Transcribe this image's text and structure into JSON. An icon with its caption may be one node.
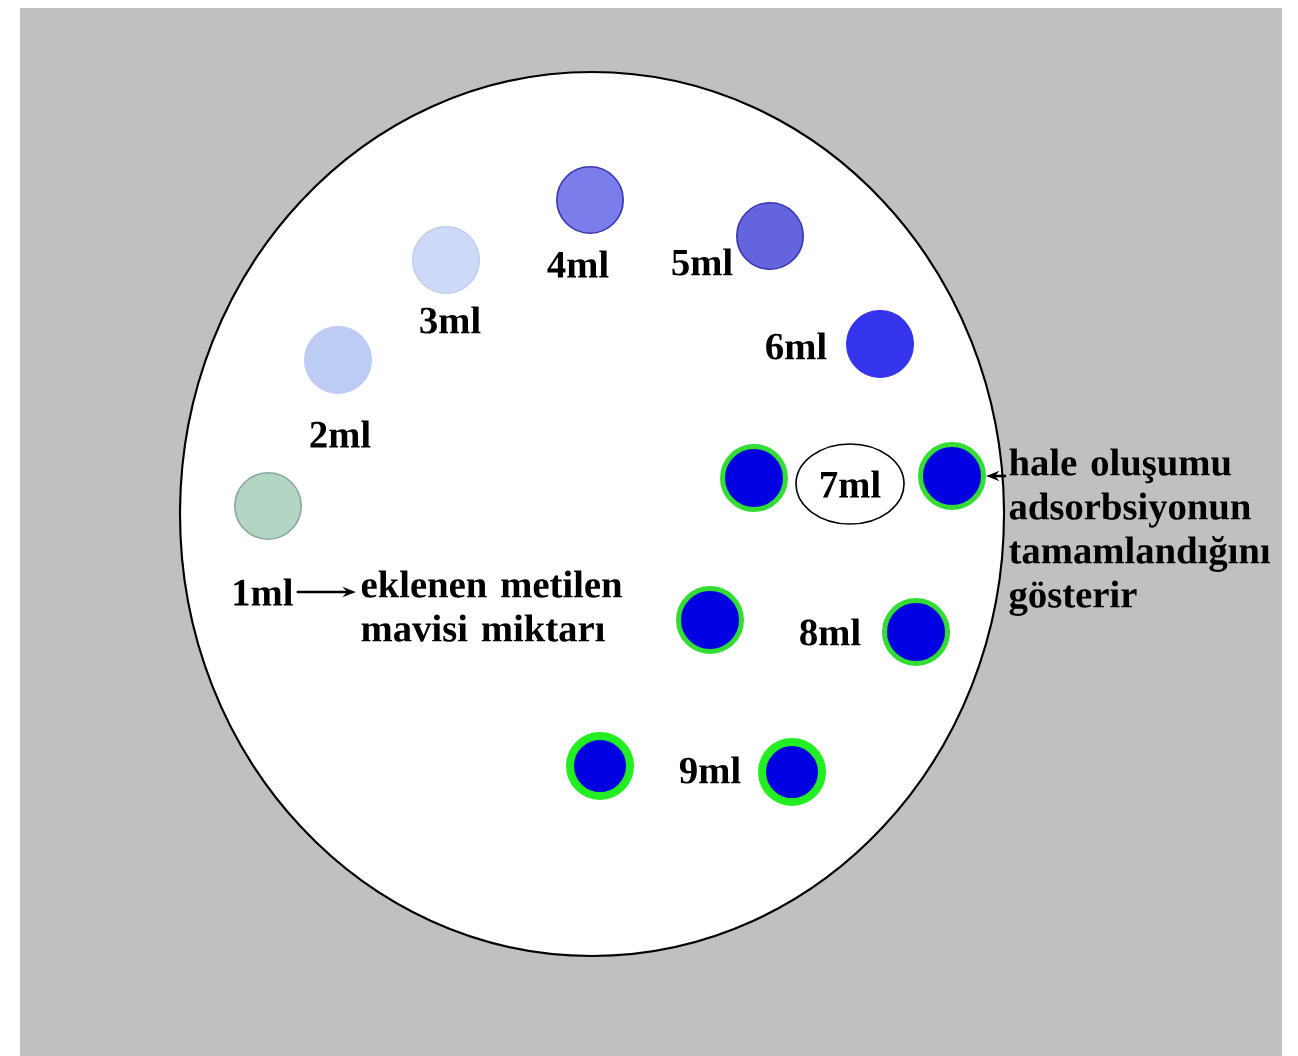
{
  "diagram": {
    "nodes": [
      {
        "text": [],
        "shape": "circle"
      },
      {
        "text": [],
        "shape": "circle",
        "in": 0
      },
      {
        "text": [],
        "shape": "circle",
        "in": 0
      },
      {
        "text": [],
        "shape": "circle",
        "in": 0
      },
      {
        "text": [],
        "shape": "circle",
        "in": 0
      },
      {
        "text": [],
        "shape": "circle",
        "in": 0
      },
      {
        "text": [],
        "shape": "circle",
        "in": 0
      },
      {
        "text": [],
        "shape": "circle",
        "in": 0
      },
      {
        "text": [],
        "shape": "circle",
        "in": 0
      },
      {
        "text": [],
        "shape": "circle",
        "in": 0
      },
      {
        "text": [],
        "shape": "circle",
        "in": 0
      },
      {
        "text": [],
        "shape": "circle",
        "in": 0
      },
      {
        "text": [],
        "shape": "circle",
        "in": 0
      },
      {
        "text": [
          "1ml"
        ],
        "in": 0
      },
      {
        "text": [
          "eklenen metilen mavisi miktarı"
        ],
        "in": 0
      },
      {
        "text": [
          "7ml"
        ],
        "in": 0
      },
      {
        "text": [
          "hale oluşumu adsorbsiyonun tamamlandığını gösterir"
        ]
      }
    ],
    "edges": [
      {
        "from": 13,
        "to": 14,
        "arrow": "to"
      },
      {
        "from": 16,
        "to": 8,
        "arrow": "to"
      }
    ],
    "labels": [
      "4ml",
      "5ml",
      "3ml",
      "6ml",
      "2ml",
      "8ml",
      "9ml"
    ]
  }
}
